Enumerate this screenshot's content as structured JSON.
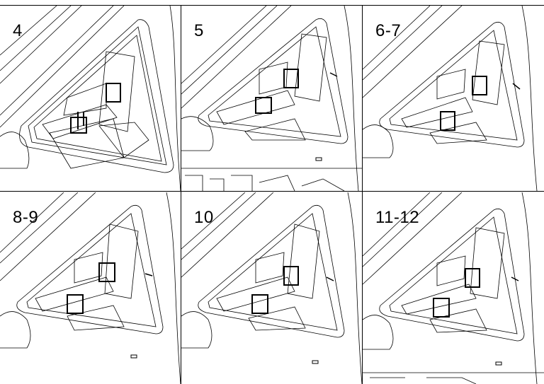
{
  "sheet": {
    "panels": [
      {
        "label": "4"
      },
      {
        "label": "5"
      },
      {
        "label": "6-7"
      },
      {
        "label": "8-9"
      },
      {
        "label": "10"
      },
      {
        "label": "11-12"
      }
    ]
  },
  "colors": {
    "line": "#000000",
    "background": "#ffffff"
  }
}
